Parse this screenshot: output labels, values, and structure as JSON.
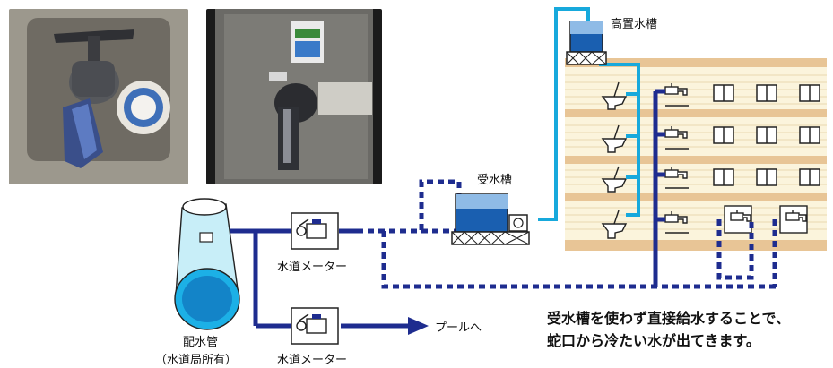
{
  "photos": [
    {
      "name": "outdoor-faucet-photo"
    },
    {
      "name": "wall-faucet-photo"
    }
  ],
  "labels": {
    "elevated_tank": "高置水槽",
    "receiving_tank": "受水槽",
    "meter_1": "水道メーター",
    "meter_2": "水道メーター",
    "main_pipe": "配水管",
    "main_pipe_owner": "（水道局所有）",
    "pool": "プールへ"
  },
  "note": {
    "line1": "受水槽を使わず直接給水することで、",
    "line2": "蛇口から冷たい水が出てきます。"
  },
  "colors": {
    "direct_line": "#1e2c8f",
    "tank_line": "#17a9dc",
    "building_bg": "#fbf4dc",
    "floor": "#e8c596"
  }
}
